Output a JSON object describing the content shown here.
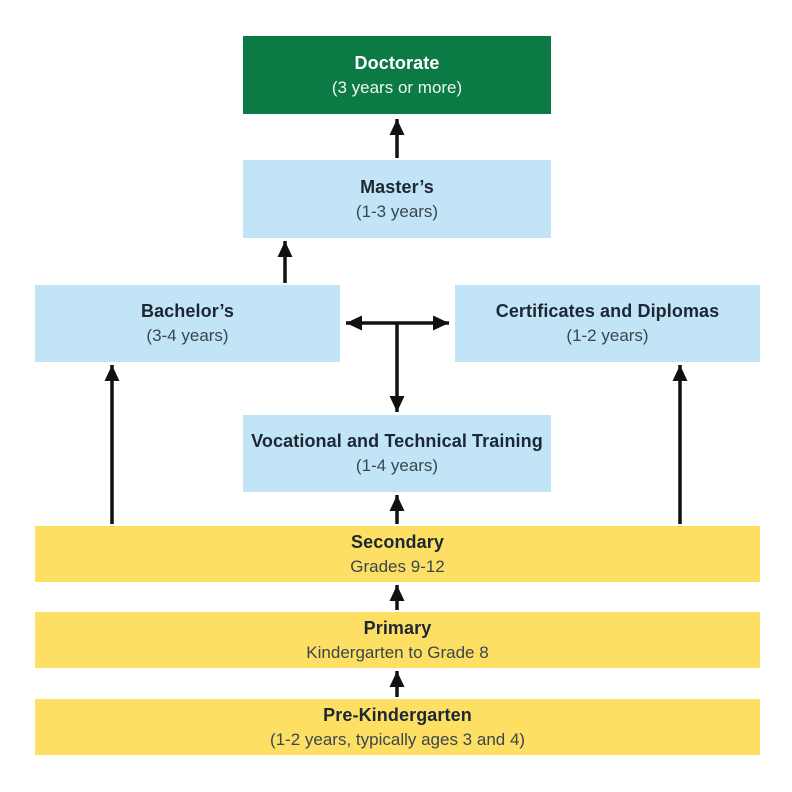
{
  "diagram": {
    "type": "flowchart",
    "subject": "education-pathways",
    "boxes": {
      "doctorate": {
        "title": "Doctorate",
        "subtitle": "(3 years or more)"
      },
      "masters": {
        "title": "Master’s",
        "subtitle": "(1-3 years)"
      },
      "bachelors": {
        "title": "Bachelor’s",
        "subtitle": "(3-4 years)"
      },
      "certificates": {
        "title": "Certificates and Diplomas",
        "subtitle": "(1-2 years)"
      },
      "vocational": {
        "title": "Vocational and Technical Training",
        "subtitle": "(1-4 years)"
      },
      "secondary": {
        "title": "Secondary",
        "subtitle": "Grades 9-12"
      },
      "primary": {
        "title": "Primary",
        "subtitle": "Kindergarten to Grade 8"
      },
      "prek": {
        "title": "Pre-Kindergarten",
        "subtitle": "(1-2 years, typically ages 3 and 4)"
      }
    },
    "connections": [
      {
        "from": "masters",
        "to": "doctorate",
        "style": "arrow-up"
      },
      {
        "from": "bachelors",
        "to": "masters",
        "style": "arrow-up"
      },
      {
        "from": "bachelors",
        "to": "certificates",
        "style": "double-headed-horizontal"
      },
      {
        "from": "bachelors-certificates-link",
        "to": "vocational",
        "style": "arrow-down"
      },
      {
        "from": "secondary",
        "to": "vocational",
        "style": "arrow-up"
      },
      {
        "from": "secondary",
        "to": "bachelors",
        "style": "arrow-up"
      },
      {
        "from": "secondary",
        "to": "certificates",
        "style": "arrow-up"
      },
      {
        "from": "primary",
        "to": "secondary",
        "style": "arrow-up"
      },
      {
        "from": "prek",
        "to": "primary",
        "style": "arrow-up"
      }
    ],
    "colors": {
      "doctorate_green": "#0c7a45",
      "tertiary_blue": "#c1e5f6",
      "school_yellow": "#fde063",
      "arrow_black": "#111111",
      "title_text": "#1d2733",
      "subtitle_text": "#39464f",
      "background": "#ffffff"
    }
  }
}
